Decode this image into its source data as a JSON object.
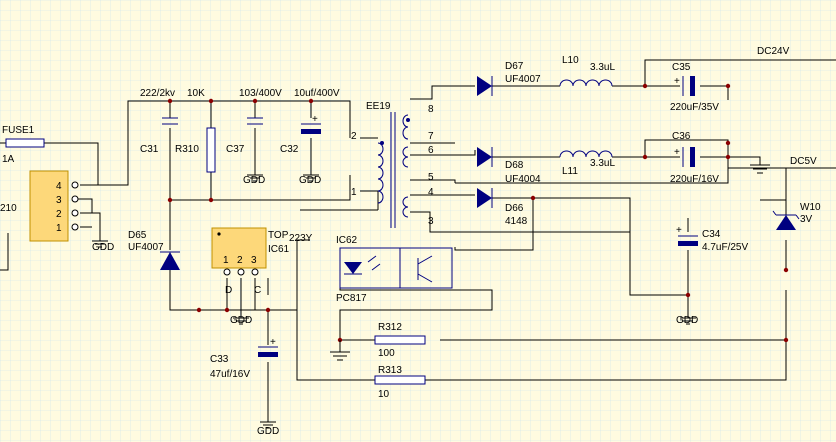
{
  "colors": {
    "background": "#fffbe0",
    "grid": "#c9e3ee",
    "wire": "#000000",
    "ic_fill": "#fdd87a",
    "ic_border": "#c09000",
    "junction": "#8b0000",
    "component": "#000080"
  },
  "labels": {
    "fuse": "FUSE1",
    "fuse_val": "1A",
    "conn_ref": "210",
    "c31_val": "222/2kv",
    "c31": "C31",
    "r310_val": "10K",
    "r310": "R310",
    "c37_val": "103/400V",
    "c37": "C37",
    "c32_val": "10uf/400V",
    "c32": "C32",
    "xfmr": "EE19",
    "d65": "D65",
    "d65_val": "UF4007",
    "top": "TOP",
    "top_val": "223Y",
    "ic61": "IC61",
    "pin_d": "D",
    "pin_c": "C",
    "ic62": "IC62",
    "pc817": "PC817",
    "c33": "C33",
    "c33_val": "47uf/16V",
    "r312": "R312",
    "r312_val": "100",
    "r313": "R313",
    "r313_val": "10",
    "d67": "D67",
    "d67_val": "UF4007",
    "l10": "L10",
    "l10_val": "3.3uL",
    "c35": "C35",
    "c35_val": "220uF/35V",
    "dc24": "DC24V",
    "c36": "C36",
    "c36_val": "220uF/16V",
    "dc5": "DC5V",
    "d68": "D68",
    "d68_val": "UF4004",
    "l11": "L11",
    "l11_val": "3.3uL",
    "d66": "D66",
    "d66_val": "4148",
    "c34": "C34",
    "c34_val": "4.7uF/25V",
    "w10": "W10",
    "w10_val": "3V",
    "plus": "+"
  },
  "gdd": "GDD",
  "conn_pins": [
    "4",
    "3",
    "2",
    "1"
  ],
  "ic_pins": [
    "1",
    "2",
    "3"
  ],
  "xfmr_pins": [
    "8",
    "7",
    "6",
    "5",
    "4",
    "3",
    "2",
    "1"
  ]
}
